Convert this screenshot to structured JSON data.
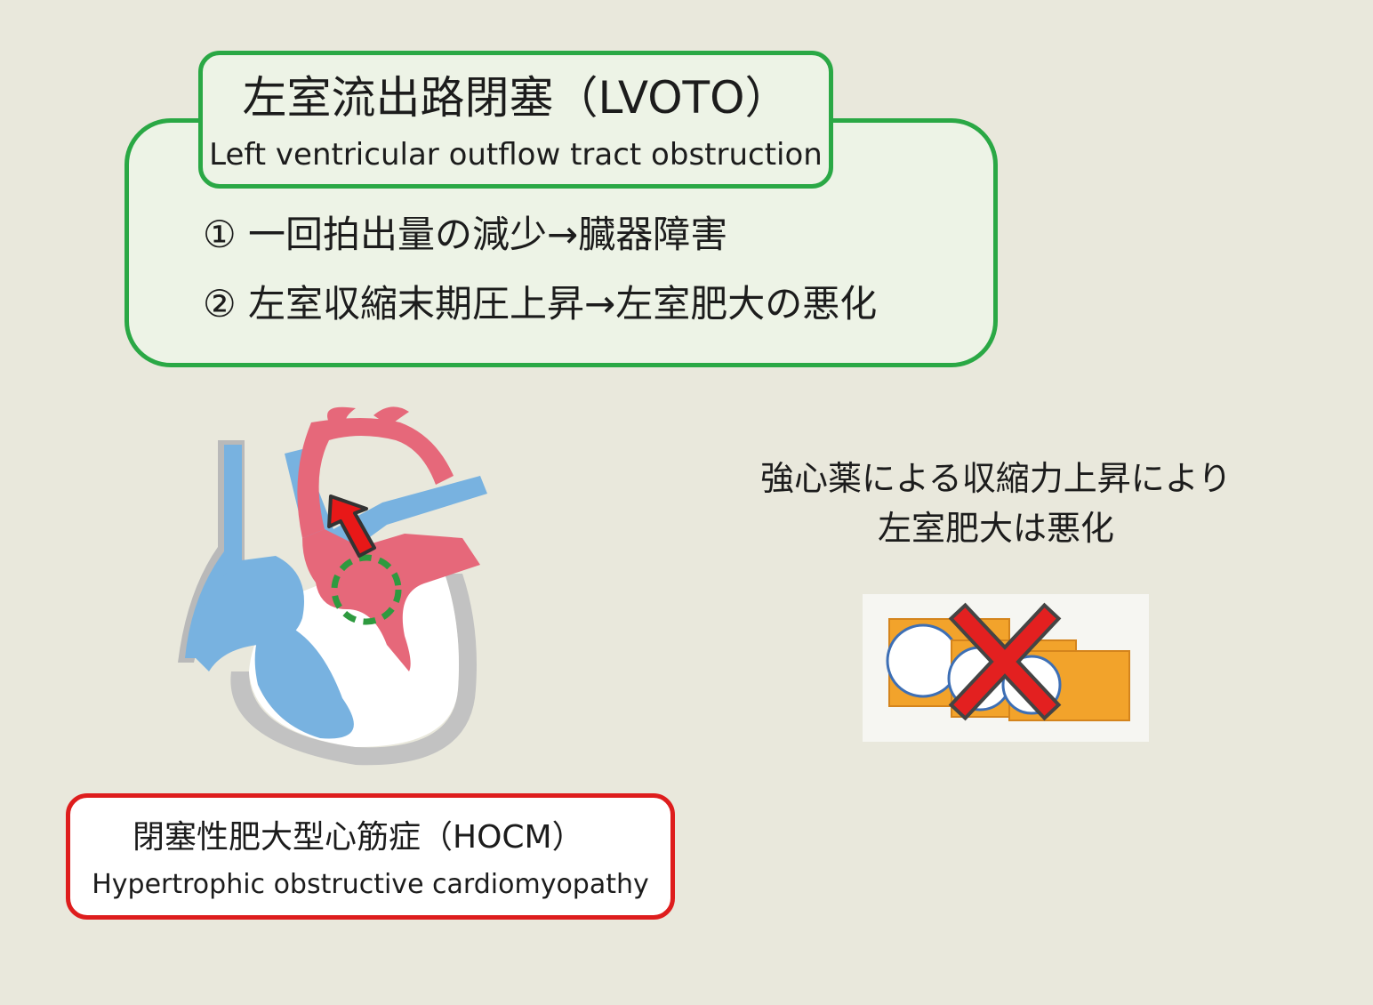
{
  "lvoto": {
    "title": "左室流出路閉塞（LVOTO）",
    "subtitle": "Left ventricular outflow tract obstruction",
    "points": [
      "① 一回拍出量の減少→臓器障害",
      "② 左室収縮末期圧上昇→左室肥大の悪化"
    ]
  },
  "note": {
    "line1": "強心薬による収縮力上昇により",
    "line2": "左室肥大は悪化"
  },
  "hocm": {
    "title": "閉塞性肥大型心筋症（HOCM）",
    "subtitle": "Hypertrophic obstructive cardiomyopathy"
  },
  "colors": {
    "green_border": "#2aa845",
    "red_border": "#de1d1d",
    "heart_blue": "#78b2e0",
    "heart_red": "#e6687a",
    "arrow_red": "#e81818",
    "package_orange": "#f2a32b",
    "background": "#e9e8dc"
  },
  "icons": [
    "heart-illustration",
    "red-arrow-icon",
    "dashed-circle-marker",
    "cross-mark-icon",
    "medicine-package-image"
  ]
}
